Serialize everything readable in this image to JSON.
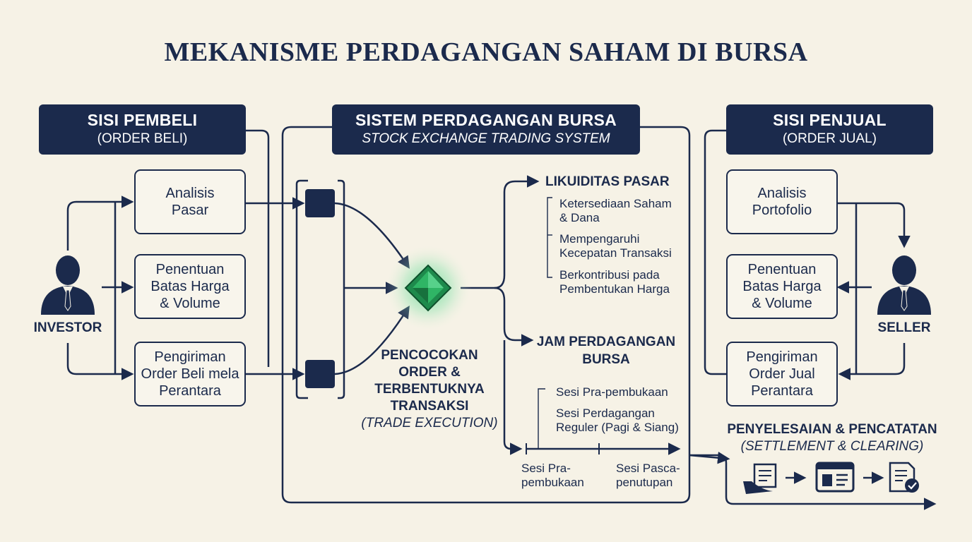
{
  "title": "MEKANISME PERDAGANGAN SAHAM DI BURSA",
  "buyer": {
    "header_line1": "SISI PEMBELI",
    "header_line2": "(ORDER BELI)",
    "actor_label": "INVESTOR",
    "steps": [
      "Analisis\nPasar",
      "Penentuan\nBatas Harga\n& Volume",
      "Pengiriman\nOrder Beli mela\nPerantara"
    ]
  },
  "exchange": {
    "header_line1": "SISTEM PERDAGANGAN BURSA",
    "header_line2": "STOCK EXCHANGE TRADING SYSTEM",
    "matching_label": "PENCOCOKAN\nORDER &\nTERBENTUKNYA\nTRANSAKSI",
    "matching_sub": "(TRADE EXECUTION)",
    "liquidity": {
      "title": "LIKUIDITAS PASAR",
      "items": [
        "Ketersediaan Saham\n& Dana",
        "Mempengaruhi\nKecepatan Transaksi",
        "Berkontribusi pada\nPembentukan Harga"
      ]
    },
    "hours": {
      "title": "JAM PERDAGANGAN\nBURSA",
      "items": [
        "Sesi Pra-pembukaan",
        "Sesi Perdagangan\nReguler (Pagi & Siang)"
      ],
      "timeline_left": "Sesi Pra-\npembukaan",
      "timeline_right": "Sesi Pasca-\npenutupan"
    }
  },
  "seller": {
    "header_line1": "SISI PENJUAL",
    "header_line2": "(ORDER JUAL)",
    "actor_label": "SELLER",
    "steps": [
      "Analisis\nPortofolio",
      "Penentuan\nBatas Harga\n& Volume",
      "Pengiriman\nOrder Jual\nPerantara"
    ]
  },
  "settlement": {
    "title": "PENYELESAIAN & PENCATATAN",
    "subtitle": "(SETTLEMENT & CLEARING)"
  },
  "colors": {
    "navy": "#1b2a4c",
    "background": "#f6f2e6",
    "accent_green": "#1e8a4c"
  },
  "icons": [
    "person-icon",
    "gem-icon",
    "document-hand-icon",
    "screen-icon",
    "checked-document-icon"
  ]
}
